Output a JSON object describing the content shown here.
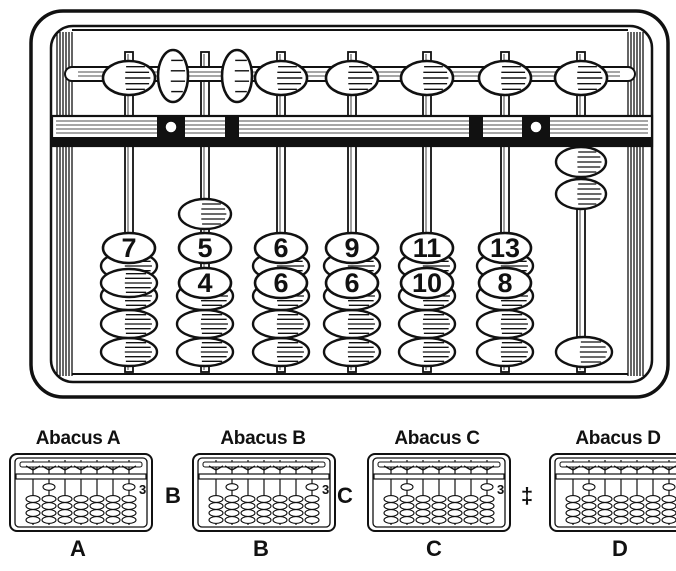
{
  "main_abacus": {
    "columns": [
      {
        "upper_bead": "up",
        "lower_beads_up": 0,
        "labels": [
          "7"
        ]
      },
      {
        "upper_bead": "tilted",
        "lower_beads_up": 1,
        "labels": [
          "5",
          "4"
        ]
      },
      {
        "upper_bead": "up",
        "lower_beads_up": 0,
        "labels": [
          "6",
          "6"
        ]
      },
      {
        "upper_bead": "up",
        "lower_beads_up": 0,
        "labels": [
          "9",
          "6"
        ]
      },
      {
        "upper_bead": "up",
        "lower_beads_up": 0,
        "labels": [
          "11",
          "10"
        ]
      },
      {
        "upper_bead": "up",
        "lower_beads_up": 0,
        "labels": [
          "13",
          "8"
        ]
      },
      {
        "upper_bead": "up",
        "lower_beads_up": 2,
        "labels": []
      }
    ]
  },
  "options": [
    {
      "name": "Abacus A",
      "letter": "A",
      "mark": "B"
    },
    {
      "name": "Abacus B",
      "letter": "B",
      "mark": "C"
    },
    {
      "name": "Abacus C",
      "letter": "C",
      "mark": "‡"
    },
    {
      "name": "Abacus D",
      "letter": "D",
      "mark": ""
    }
  ]
}
